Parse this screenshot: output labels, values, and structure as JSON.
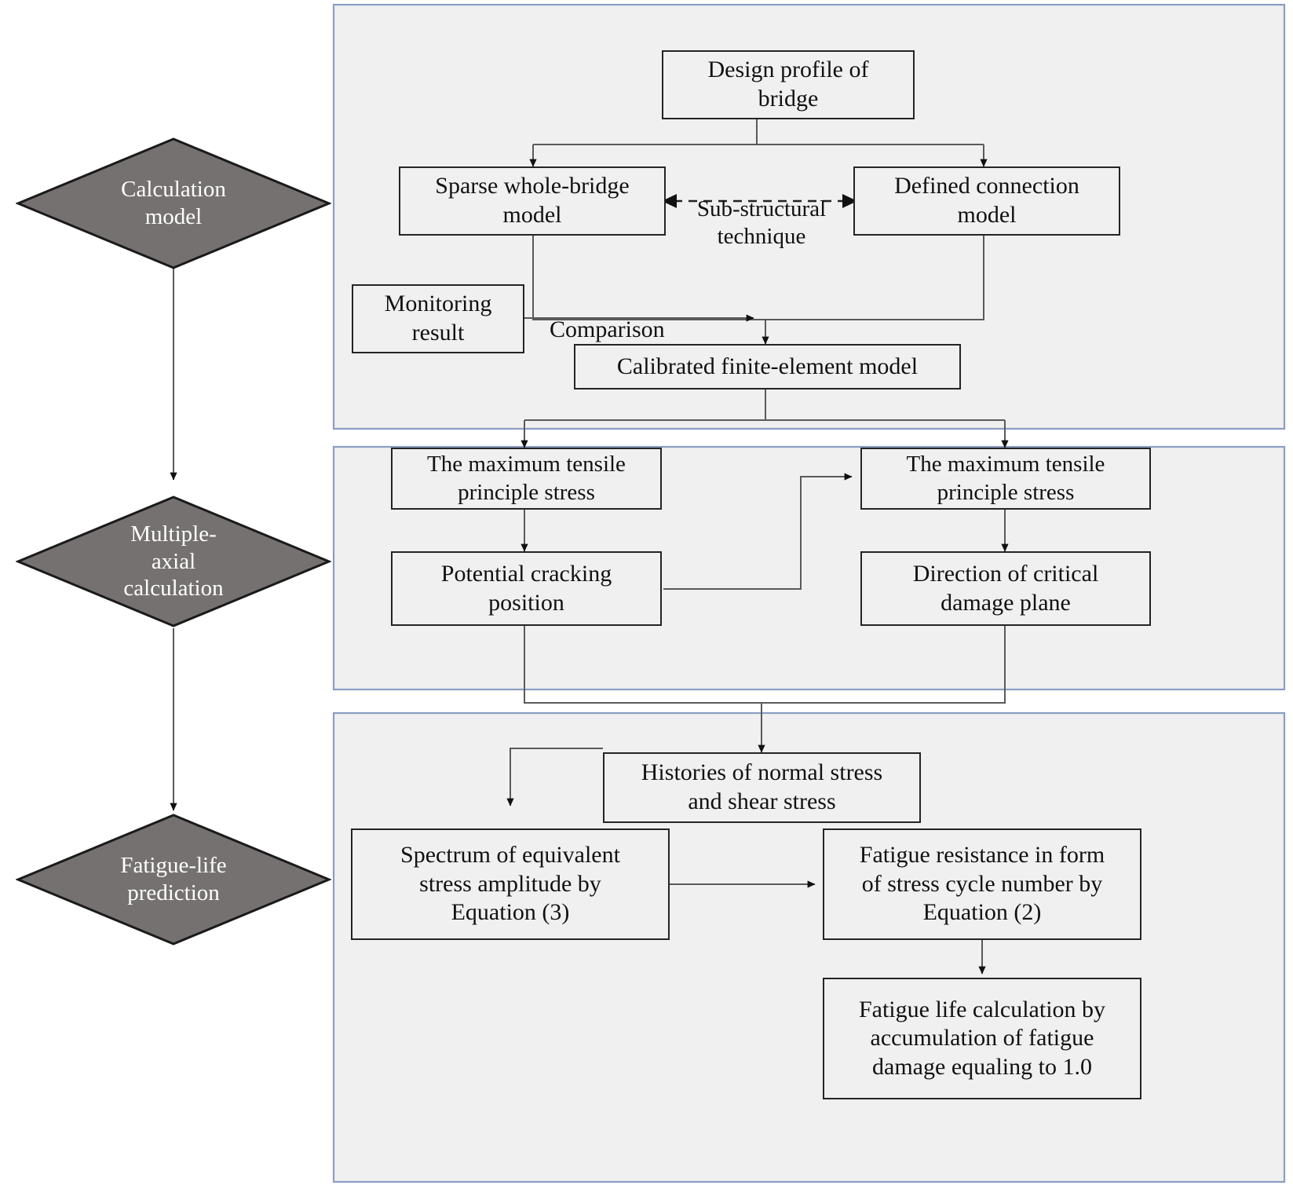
{
  "diagram": {
    "title": "Fatigue-life prediction flowchart",
    "colors": {
      "panel_fill": "#f0f0f0",
      "panel_border": "#8b9dc3",
      "diamond_fill": "#767171",
      "diamond_text": "#ffffff",
      "box_border": "#242424",
      "connector": "#5a5a5a"
    },
    "stages": [
      {
        "id": "stage-calculation-model",
        "label": "Calculation\nmodel"
      },
      {
        "id": "stage-multiple-axial",
        "label": "Multiple-\naxial\ncalculation"
      },
      {
        "id": "stage-fatigue-life",
        "label": "Fatigue-life\nprediction"
      }
    ],
    "panels": [
      {
        "id": "panel-calculation-model",
        "stage": "Calculation model"
      },
      {
        "id": "panel-multiple-axial",
        "stage": "Multiple-axial calculation"
      },
      {
        "id": "panel-fatigue-life",
        "stage": "Fatigue-life prediction"
      }
    ],
    "nodes": {
      "design_profile": "Design profile of\nbridge",
      "sparse_model": "Sparse whole-bridge\nmodel",
      "defined_connection": "Defined connection\nmodel",
      "monitoring_result": "Monitoring\nresult",
      "calibrated_model": "Calibrated finite-element model",
      "max_tensile_left": "The maximum tensile\nprinciple stress",
      "max_tensile_right": "The maximum tensile\nprinciple stress",
      "potential_cracking": "Potential cracking\nposition",
      "critical_damage_plane": "Direction of critical\ndamage plane",
      "stress_histories": "Histories of normal stress\nand shear stress",
      "spectrum_equivalent": "Spectrum of equivalent\nstress amplitude by\nEquation (3)",
      "fatigue_resistance": "Fatigue resistance in form\nof stress cycle number by\nEquation (2)",
      "fatigue_life": "Fatigue life calculation by\naccumulation of fatigue\ndamage equaling to 1.0"
    },
    "edge_labels": {
      "sub_structural": "Sub-structural\ntechnique",
      "comparison": "Comparison"
    }
  }
}
